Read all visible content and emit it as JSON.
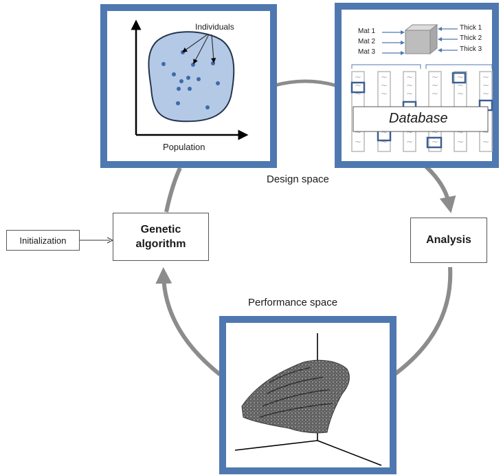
{
  "labels": {
    "design_space": "Design space",
    "performance_space": "Performance space",
    "initialization": "Initialization",
    "genetic_algorithm_line1": "Genetic",
    "genetic_algorithm_line2": "algorithm",
    "analysis": "Analysis"
  },
  "population_panel": {
    "individuals": "Individuals",
    "population": "Population"
  },
  "database_panel": {
    "title": "Database",
    "materials": [
      "Mat 1",
      "Mat 2",
      "Mat 3"
    ],
    "thicknesses": [
      "Thick 1",
      "Thick 2",
      "Thick 3"
    ]
  },
  "colors": {
    "panel_border": "#4f78b0",
    "population_blob": "#b4c9e6",
    "dots": "#3e6aa8",
    "cycle_arrow": "#8c8c8c"
  }
}
